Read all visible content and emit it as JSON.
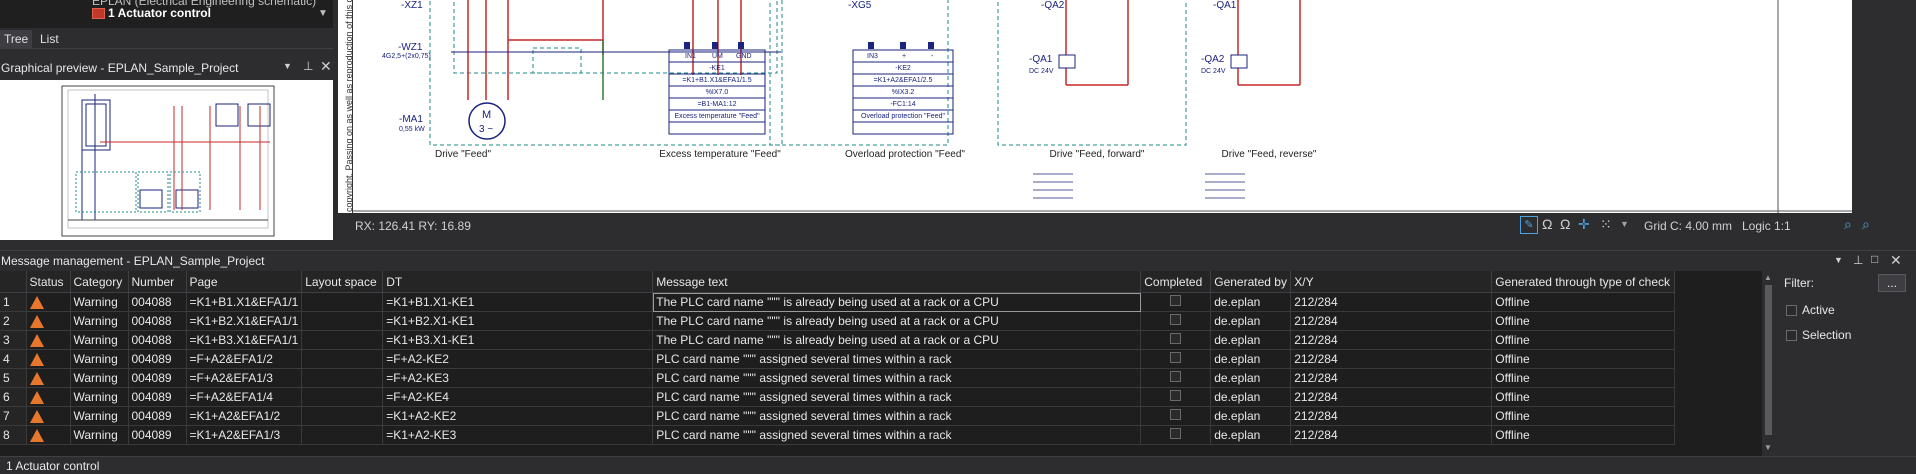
{
  "tree": {
    "partial_item": "EPLAN (Electrical Engineering schematic)",
    "selected_item": "1 Actuator control",
    "tabs": [
      "Tree",
      "List"
    ]
  },
  "preview": {
    "title": "Graphical preview - EPLAN_Sample_Project"
  },
  "drawing": {
    "labels": {
      "wz1": "-WZ1",
      "xz1": "-XZ1",
      "xg5": "-XG5",
      "qa2_top": "-QA2",
      "qa1_top": "-QA1",
      "qa1": "-QA1",
      "qa2": "-QA2",
      "ma1": "-MA1",
      "ma1_power": "0,55 kW",
      "cable": "4G2,5+(2x0,75)",
      "dc1": "DC 24V",
      "dc2": "DC 24V",
      "drive_feed": "Drive \"Feed\"",
      "excess_temp": "Excess temperature \"Feed\"",
      "overload": "Overload protection \"Feed\"",
      "drive_forward": "Drive \"Feed, forward\"",
      "drive_reverse": "Drive \"Feed, reverse\"",
      "ke1": "-KE1",
      "ke1_ref": "=K1+B1.X1&EFA1/1.5",
      "ke1_addr": "%IX7.0",
      "ke1_card": "=B1-MA1:12",
      "ke1_desc": "Excess temperature \"Feed\"",
      "ke2": "-KE2",
      "ke2_ref": "=K1+A2&EFA1/2.5",
      "ke2_addr": "%IX3.2",
      "ke2_card": "-FC1:14",
      "ke2_desc": "Overload protection \"Feed\"",
      "in1": "IN1",
      "um": "UM",
      "gnd": "GND",
      "in3": "IN3",
      "plus": "+",
      "minus": "-",
      "copyright": "copyright. Passing on as well as reproduction of this document, its utilizat"
    }
  },
  "coords": {
    "readout": "RX: 126.41 RY: 16.89",
    "grid": "Grid C: 4.00 mm",
    "logic": "Logic 1:1"
  },
  "message_management": {
    "title": "Message management - EPLAN_Sample_Project",
    "columns": [
      "Status",
      "Category",
      "Number",
      "Page",
      "Layout space",
      "DT",
      "Message text",
      "Completed",
      "Generated by",
      "X/Y",
      "Generated through type of check"
    ],
    "rows": [
      {
        "n": "1",
        "category": "Warning",
        "number": "004088",
        "page": "=K1+B1.X1&EFA1/1",
        "layout": "",
        "dt": "=K1+B1.X1-KE1",
        "message": "The PLC card name '\"\"' is already being used at a rack or a CPU",
        "generated_by": "de.eplan",
        "xy": "212/284",
        "check": "Offline"
      },
      {
        "n": "2",
        "category": "Warning",
        "number": "004088",
        "page": "=K1+B2.X1&EFA1/1",
        "layout": "",
        "dt": "=K1+B2.X1-KE1",
        "message": "The PLC card name '\"\"' is already being used at a rack or a CPU",
        "generated_by": "de.eplan",
        "xy": "212/284",
        "check": "Offline"
      },
      {
        "n": "3",
        "category": "Warning",
        "number": "004088",
        "page": "=K1+B3.X1&EFA1/1",
        "layout": "",
        "dt": "=K1+B3.X1-KE1",
        "message": "The PLC card name '\"\"' is already being used at a rack or a CPU",
        "generated_by": "de.eplan",
        "xy": "212/284",
        "check": "Offline"
      },
      {
        "n": "4",
        "category": "Warning",
        "number": "004089",
        "page": "=F+A2&EFA1/2",
        "layout": "",
        "dt": "=F+A2-KE2",
        "message": "PLC card name '\"\"' assigned several times within a rack",
        "generated_by": "de.eplan",
        "xy": "212/284",
        "check": "Offline"
      },
      {
        "n": "5",
        "category": "Warning",
        "number": "004089",
        "page": "=F+A2&EFA1/3",
        "layout": "",
        "dt": "=F+A2-KE3",
        "message": "PLC card name '\"\"' assigned several times within a rack",
        "generated_by": "de.eplan",
        "xy": "212/284",
        "check": "Offline"
      },
      {
        "n": "6",
        "category": "Warning",
        "number": "004089",
        "page": "=F+A2&EFA1/4",
        "layout": "",
        "dt": "=F+A2-KE4",
        "message": "PLC card name '\"\"' assigned several times within a rack",
        "generated_by": "de.eplan",
        "xy": "212/284",
        "check": "Offline"
      },
      {
        "n": "7",
        "category": "Warning",
        "number": "004089",
        "page": "=K1+A2&EFA1/2",
        "layout": "",
        "dt": "=K1+A2-KE2",
        "message": "PLC card name '\"\"' assigned several times within a rack",
        "generated_by": "de.eplan",
        "xy": "212/284",
        "check": "Offline"
      },
      {
        "n": "8",
        "category": "Warning",
        "number": "004089",
        "page": "=K1+A2&EFA1/3",
        "layout": "",
        "dt": "=K1+A2-KE3",
        "message": "PLC card name '\"\"' assigned several times within a rack",
        "generated_by": "de.eplan",
        "xy": "212/284",
        "check": "Offline"
      }
    ],
    "filter": {
      "label": "Filter:",
      "button": "...",
      "active": "Active",
      "selection": "Selection"
    }
  },
  "statusbar": {
    "text": "1 Actuator control"
  },
  "colors": {
    "accent_warning": "#e8772e",
    "schematic_red": "#c62828",
    "schematic_blue": "#1a237e",
    "schematic_green": "#2e7d32",
    "dashed_cyan": "#1e8a8a"
  }
}
